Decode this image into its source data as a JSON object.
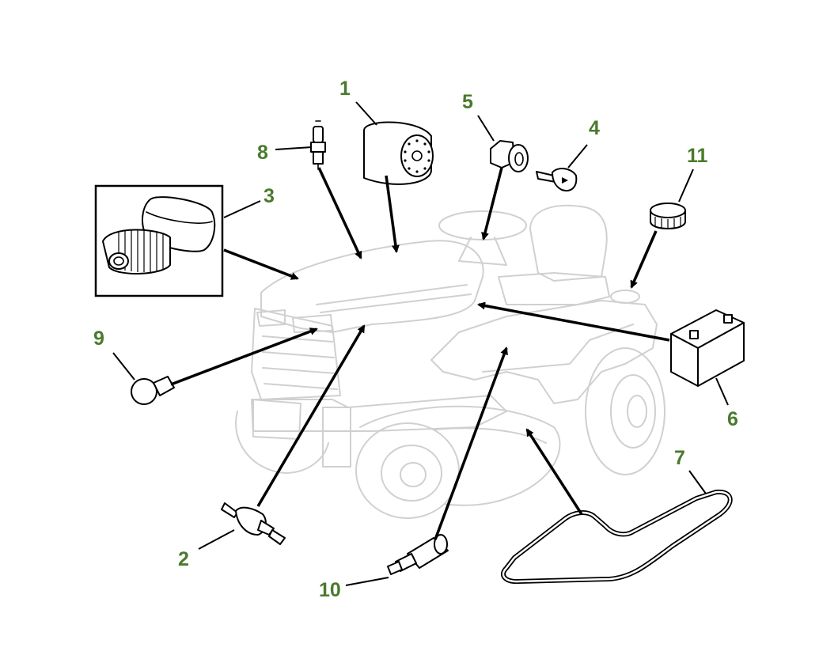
{
  "diagram": {
    "callouts": [
      {
        "id": "1",
        "text": "1",
        "part": "oil filter"
      },
      {
        "id": "2",
        "text": "2",
        "part": "fuel filter"
      },
      {
        "id": "3",
        "text": "3",
        "part": "air filter"
      },
      {
        "id": "4",
        "text": "4",
        "part": "ignition key"
      },
      {
        "id": "5",
        "text": "5",
        "part": "ignition switch"
      },
      {
        "id": "6",
        "text": "6",
        "part": "battery"
      },
      {
        "id": "7",
        "text": "7",
        "part": "drive belt"
      },
      {
        "id": "8",
        "text": "8",
        "part": "spark plug"
      },
      {
        "id": "9",
        "text": "9",
        "part": "headlight bulb"
      },
      {
        "id": "10",
        "text": "10",
        "part": "in-line fuel filter"
      },
      {
        "id": "11",
        "text": "11",
        "part": "fuel cap"
      }
    ],
    "colors": {
      "callout_text": "#4a7a2c",
      "part_outline": "#000000",
      "tractor_ghost": "#d0d0d0",
      "background": "#ffffff"
    }
  }
}
